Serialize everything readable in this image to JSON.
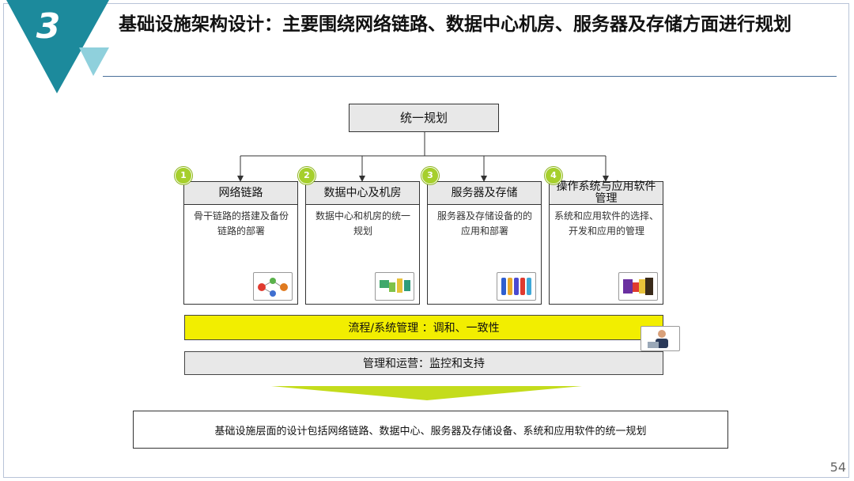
{
  "slide": {
    "number": "3",
    "title": "基础设施架构设计：主要围绕网络链路、数据中心机房、服务器及存储方面进行规划",
    "page_number": "54"
  },
  "diagram": {
    "top": "统一规划",
    "columns": [
      {
        "badge": "1",
        "header": "网络链路",
        "body": "骨干链路的搭建及备份链路的部署",
        "icon": "network-nodes-icon"
      },
      {
        "badge": "2",
        "header": "数据中心及机房",
        "body": "数据中心和机房的统一规划",
        "icon": "datacenter-blocks-icon"
      },
      {
        "badge": "3",
        "header": "服务器及存储",
        "body": "服务器及存储设备的的应用和部署",
        "icon": "server-storage-icon"
      },
      {
        "badge": "4",
        "header": "操作系统与应用软件管理",
        "body": "系统和应用软件的选择、开发和应用的管理",
        "icon": "software-blocks-icon"
      }
    ],
    "process_bar": "流程/系统管理 ：调和、一致性",
    "operations_bar": "管理和运营：监控和支持",
    "conclusion": "基础设施层面的设计包括网络链路、数据中心、服务器及存储设备、系统和应用软件的统一规划"
  },
  "colors": {
    "accent_teal": "#1c8a9c",
    "accent_light_teal": "#8fd0dc",
    "badge_green": "#a6cf2c",
    "process_yellow": "#f2ee00",
    "arrow_green": "#c4dc1c",
    "header_gray": "#e8e8e8"
  }
}
